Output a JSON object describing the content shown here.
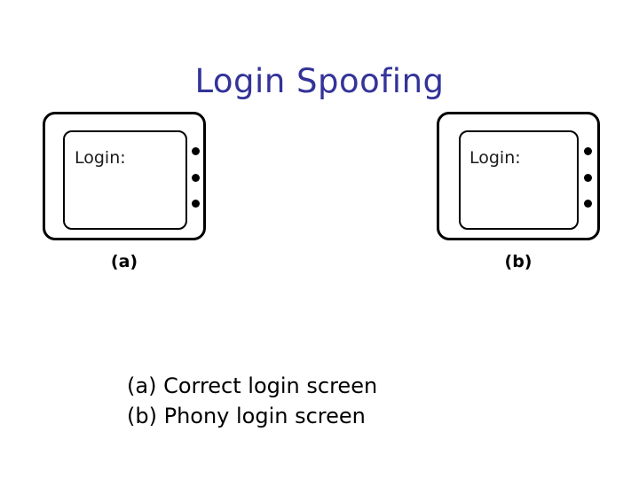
{
  "slide": {
    "title": "Login Spoofing",
    "title_color": "#333399",
    "background_color": "#ffffff"
  },
  "figures": [
    {
      "id": "a",
      "label": "(a)",
      "screen_text": "Login:",
      "dot_count": 3,
      "dot_color": "#000000",
      "outline_color": "#000000"
    },
    {
      "id": "b",
      "label": "(b)",
      "screen_text": "Login:",
      "dot_count": 3,
      "dot_color": "#000000",
      "outline_color": "#000000"
    }
  ],
  "caption": {
    "line_a": "(a) Correct login screen",
    "line_b": "(b) Phony login screen"
  }
}
